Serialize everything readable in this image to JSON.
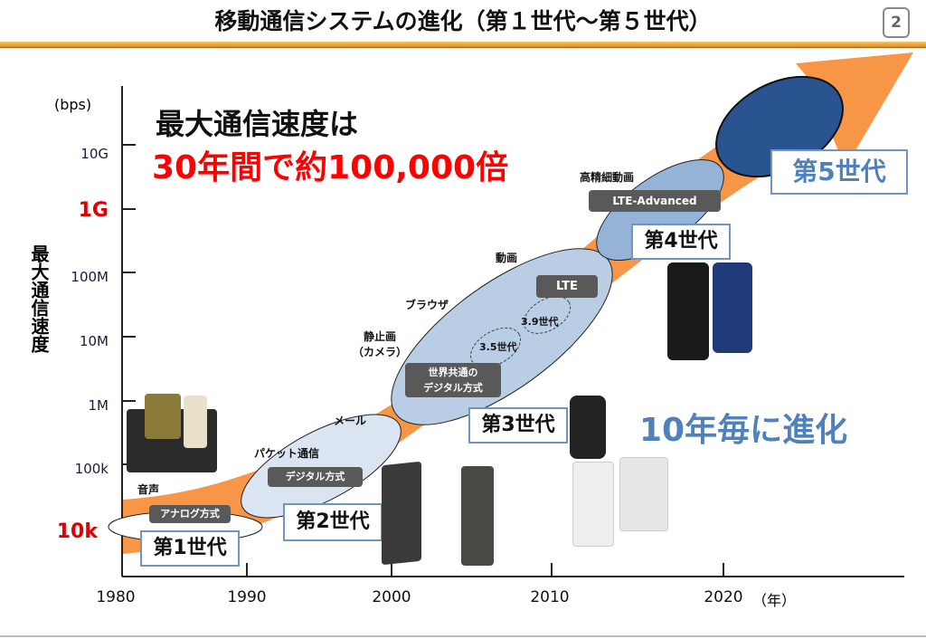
{
  "title": "移動通信システムの進化（第１世代～第５世代）",
  "page_number": "2",
  "headline": {
    "line1": "最大通信速度は",
    "line2": "30年間で約100,000倍"
  },
  "slogan": "10年毎に進化",
  "y_axis": {
    "unit": "(bps)",
    "title": "最大通信速度",
    "ticks": [
      "10G",
      "1G",
      "100M",
      "10M",
      "1M",
      "100k",
      "10k"
    ]
  },
  "x_axis": {
    "ticks": [
      "1980",
      "1990",
      "2000",
      "2010",
      "2020"
    ],
    "unit": "（年）"
  },
  "generations": [
    {
      "label": "第1世代",
      "tech": "アナログ方式",
      "service": "音声"
    },
    {
      "label": "第2世代",
      "tech": "デジタル方式",
      "services": [
        "パケット通信",
        "メール"
      ]
    },
    {
      "label": "第3世代",
      "tech": "世界共通のデジタル方式",
      "tech_lines": [
        "世界共通の",
        "デジタル方式"
      ],
      "services": [
        "静止画",
        "（カメラ）",
        "ブラウザ",
        "動画"
      ],
      "sub": [
        "3.5世代",
        "3.9世代"
      ],
      "lte": "LTE"
    },
    {
      "label": "第4世代",
      "tech": "LTE-Advanced",
      "service": "高精細動画"
    },
    {
      "label": "第5世代"
    }
  ],
  "colors": {
    "arrow": "#f79646",
    "highlight": "#ff0000",
    "slogan": "#4f81bd",
    "gen5": "#2a5490"
  }
}
